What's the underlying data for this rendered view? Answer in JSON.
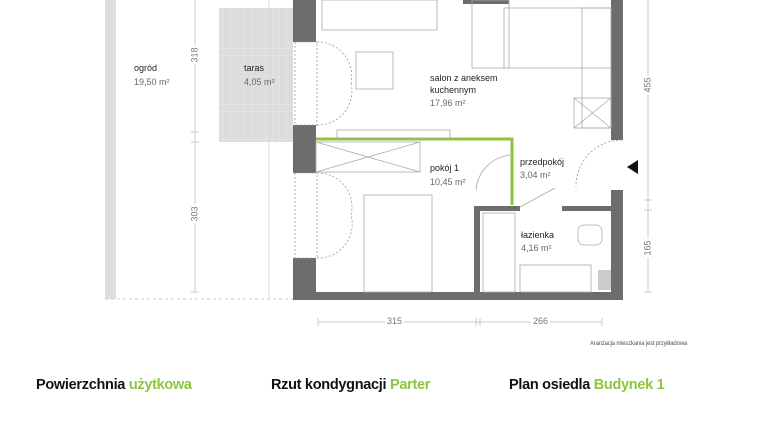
{
  "rooms": [
    {
      "name": "ogród",
      "area": "19,50 m²"
    },
    {
      "name": "taras",
      "area": "4,05 m²"
    },
    {
      "name": "salon z aneksem",
      "name2": "kuchennym",
      "area": "17,96 m²"
    },
    {
      "name": "pokój 1",
      "area": "10,45 m²"
    },
    {
      "name": "przedpokój",
      "area": "3,04 m²"
    },
    {
      "name": "łazienka",
      "area": "4,16 m²"
    }
  ],
  "dimensions": {
    "left_top": "318",
    "left_bottom": "303",
    "right_top": "455",
    "right_bottom": "165",
    "bottom_left": "315",
    "bottom_right": "266"
  },
  "note": "Aranżacja mieszkania jest przykładowa",
  "headings": [
    {
      "label": "Powierzchnia",
      "accent": "użytkowa"
    },
    {
      "label": "Rzut kondygnacji",
      "accent": "Parter"
    },
    {
      "label": "Plan osiedla",
      "accent": "Budynek 1"
    }
  ],
  "colors": {
    "accent": "#8cc63f",
    "wall": "#6d6d6d",
    "terrace": "#d9d9d9"
  }
}
